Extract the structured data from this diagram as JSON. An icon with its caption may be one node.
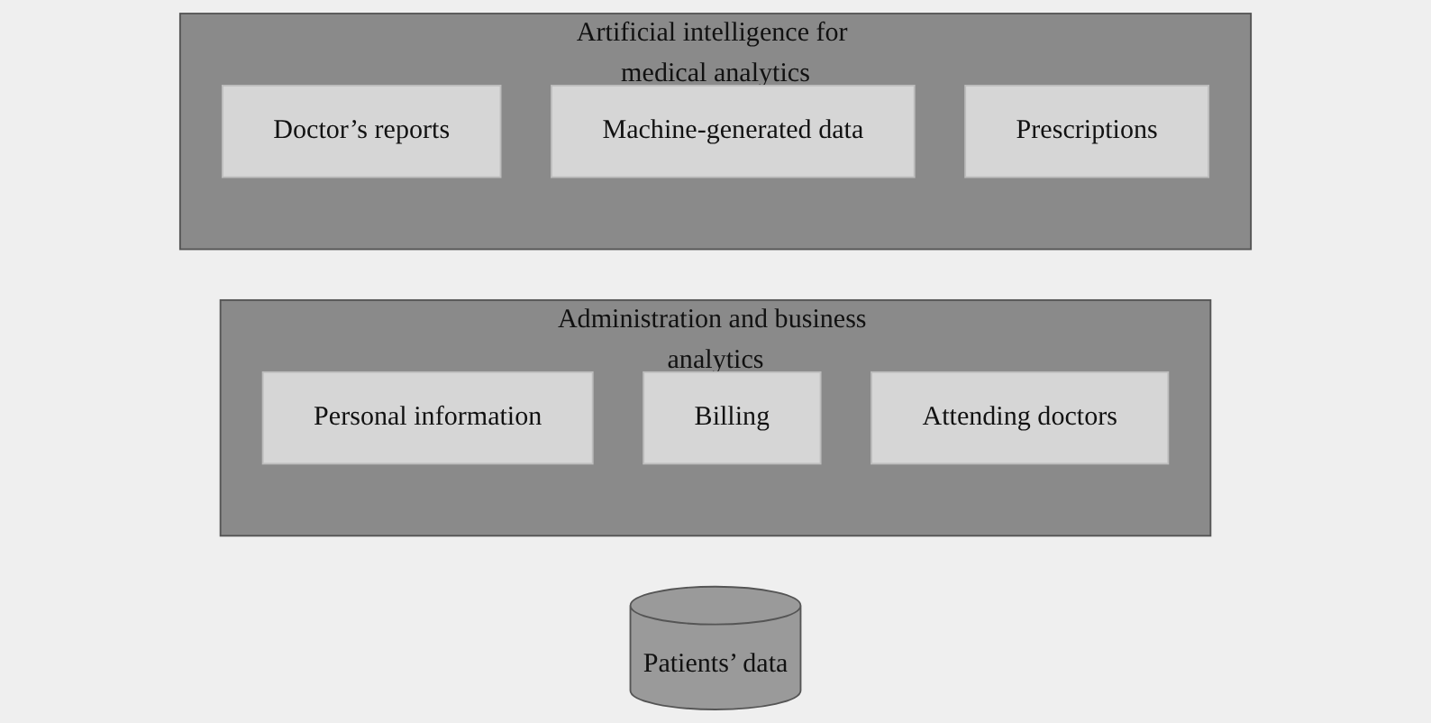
{
  "diagram": {
    "nodes": [
      {
        "text": [
          "Administration and business analytics"
        ]
      },
      {
        "text": [
          "Personal information"
        ],
        "in": 0
      },
      {
        "text": [
          "Billing"
        ],
        "in": 0
      },
      {
        "text": [
          "Attending doctors"
        ],
        "in": 0
      },
      {
        "text": [
          "Patients’ data"
        ]
      },
      {
        "text": [
          "Artificial intelligence for medical analytics"
        ]
      },
      {
        "text": [
          "Doctor’s reports"
        ],
        "in": 5
      },
      {
        "text": [
          "Machine-generated data"
        ],
        "in": 5
      },
      {
        "text": [
          "Prescriptions"
        ],
        "in": 5
      }
    ],
    "edges": []
  }
}
